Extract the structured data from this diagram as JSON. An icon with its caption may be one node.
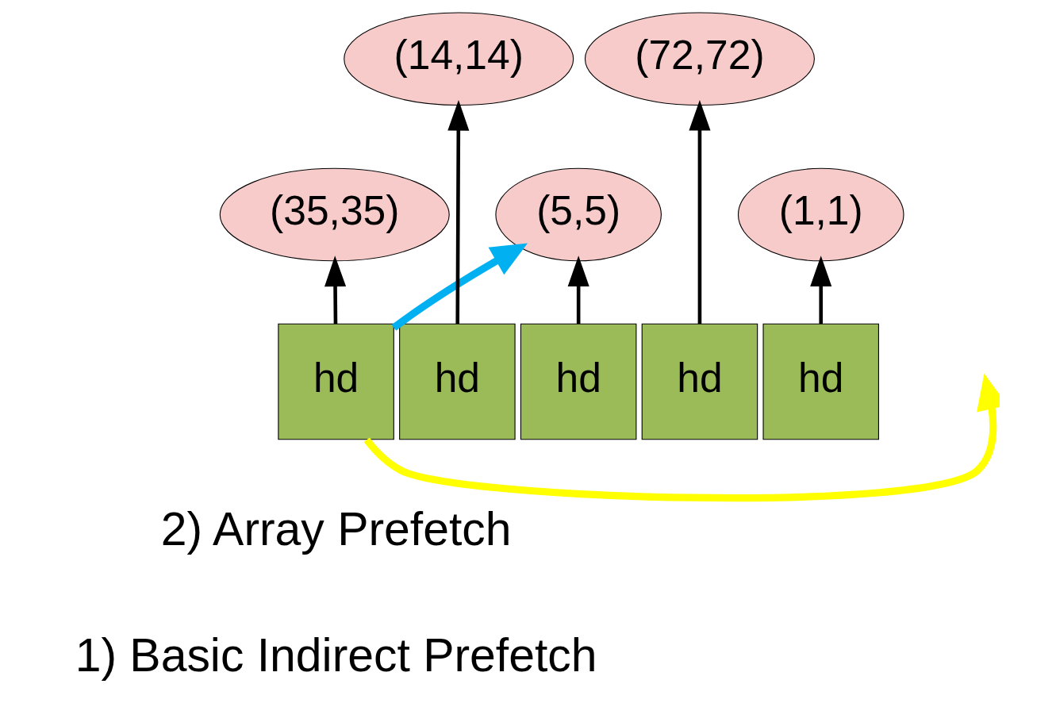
{
  "diagram": {
    "nodes": [
      {
        "text": [
          "hd"
        ]
      },
      {
        "text": [
          "hd"
        ]
      },
      {
        "text": [
          "hd"
        ]
      },
      {
        "text": [
          "hd"
        ]
      },
      {
        "text": [
          "hd"
        ]
      },
      {
        "text": [
          "(35,35)"
        ]
      },
      {
        "text": [
          "(14,14)"
        ]
      },
      {
        "text": [
          "(5,5)"
        ]
      },
      {
        "text": [
          "(72,72)"
        ]
      },
      {
        "text": [
          "(1,1)"
        ]
      }
    ],
    "edges": [
      {
        "from": 0,
        "to": 5,
        "arrow": "to"
      },
      {
        "from": 1,
        "to": 6,
        "arrow": "to"
      },
      {
        "from": 2,
        "to": 7,
        "arrow": "to"
      },
      {
        "from": 3,
        "to": 8,
        "arrow": "to"
      },
      {
        "from": 4,
        "to": 9,
        "arrow": "to"
      },
      {
        "from": 0,
        "to": 7,
        "arrow": "to",
        "style": "thick",
        "color": "#00b0f0"
      },
      {
        "from": 0,
        "to": null,
        "arrow": "to",
        "style": "thick",
        "color": "#ffff00"
      }
    ],
    "labels": [
      "2) Array Prefetch",
      "1) Basic Indirect Prefetch"
    ]
  }
}
